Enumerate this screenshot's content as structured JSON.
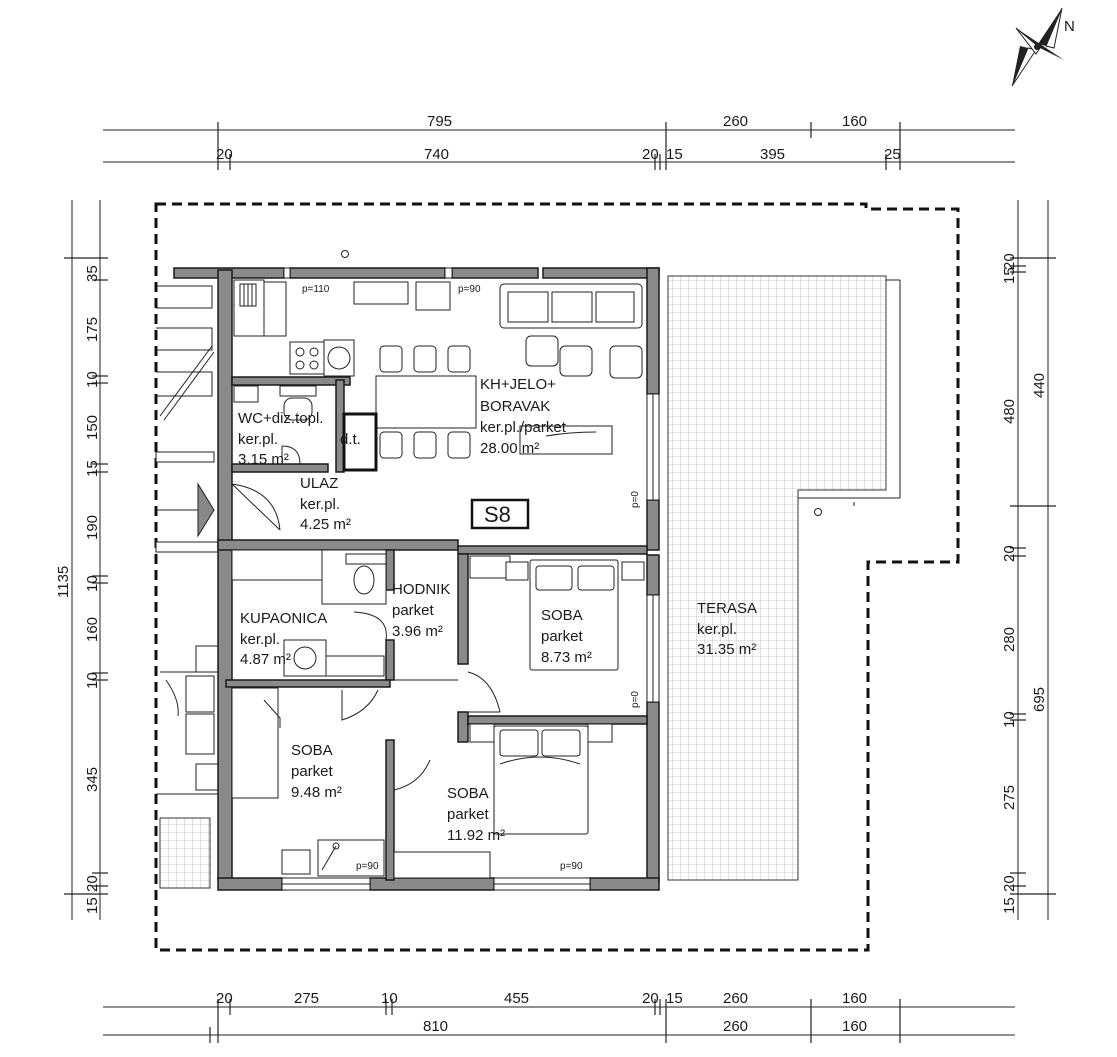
{
  "compass": {
    "label": "N",
    "icon": "north-arrow-icon"
  },
  "unit_label": "S8",
  "dimensions": {
    "top_row1": [
      "795",
      "260",
      "160"
    ],
    "top_row2": [
      "20",
      "740",
      "20",
      "15",
      "395",
      "25"
    ],
    "bottom_row1": [
      "20",
      "275",
      "10",
      "455",
      "20",
      "15",
      "260",
      "160"
    ],
    "bottom_row2": [
      "810",
      "260",
      "160"
    ],
    "left_total": "1135",
    "left_parts": [
      "35",
      "175",
      "10",
      "150",
      "15",
      "190",
      "10",
      "160",
      "10",
      "345",
      "20",
      "15"
    ],
    "right_outer": [
      "440",
      "695"
    ],
    "right_inner": [
      "20",
      "15",
      "480",
      "20",
      "280",
      "10",
      "275",
      "20",
      "15"
    ]
  },
  "rooms": {
    "living": {
      "name_line1": "KH+JELO+",
      "name_line2": "BORAVAK",
      "floor": "ker.pl./parket",
      "area": "28.00 m²"
    },
    "wc": {
      "name": "WC+diz.topl.",
      "floor": "ker.pl.",
      "area": "3.15 m²",
      "equipment": "d.t."
    },
    "entry": {
      "name": "ULAZ",
      "floor": "ker.pl.",
      "area": "4.25 m²"
    },
    "bathroom": {
      "name": "KUPAONICA",
      "floor": "ker.pl.",
      "area": "4.87 m²"
    },
    "hall": {
      "name": "HODNIK",
      "floor": "parket",
      "area": "3.96 m²"
    },
    "bedroom1": {
      "name": "SOBA",
      "floor": "parket",
      "area": "8.73 m²"
    },
    "bedroom2": {
      "name": "SOBA",
      "floor": "parket",
      "area": "9.48 m²"
    },
    "bedroom3": {
      "name": "SOBA",
      "floor": "parket",
      "area": "11.92 m²"
    },
    "terrace": {
      "name": "TERASA",
      "floor": "ker.pl.",
      "area": "31.35 m²"
    }
  },
  "openings": {
    "p110": "p=110",
    "p90_living": "p=90",
    "p90_bed2": "p=90",
    "p90_bed3": "p=90",
    "p0_living": "p=0",
    "p0_bed1": "p=0"
  }
}
